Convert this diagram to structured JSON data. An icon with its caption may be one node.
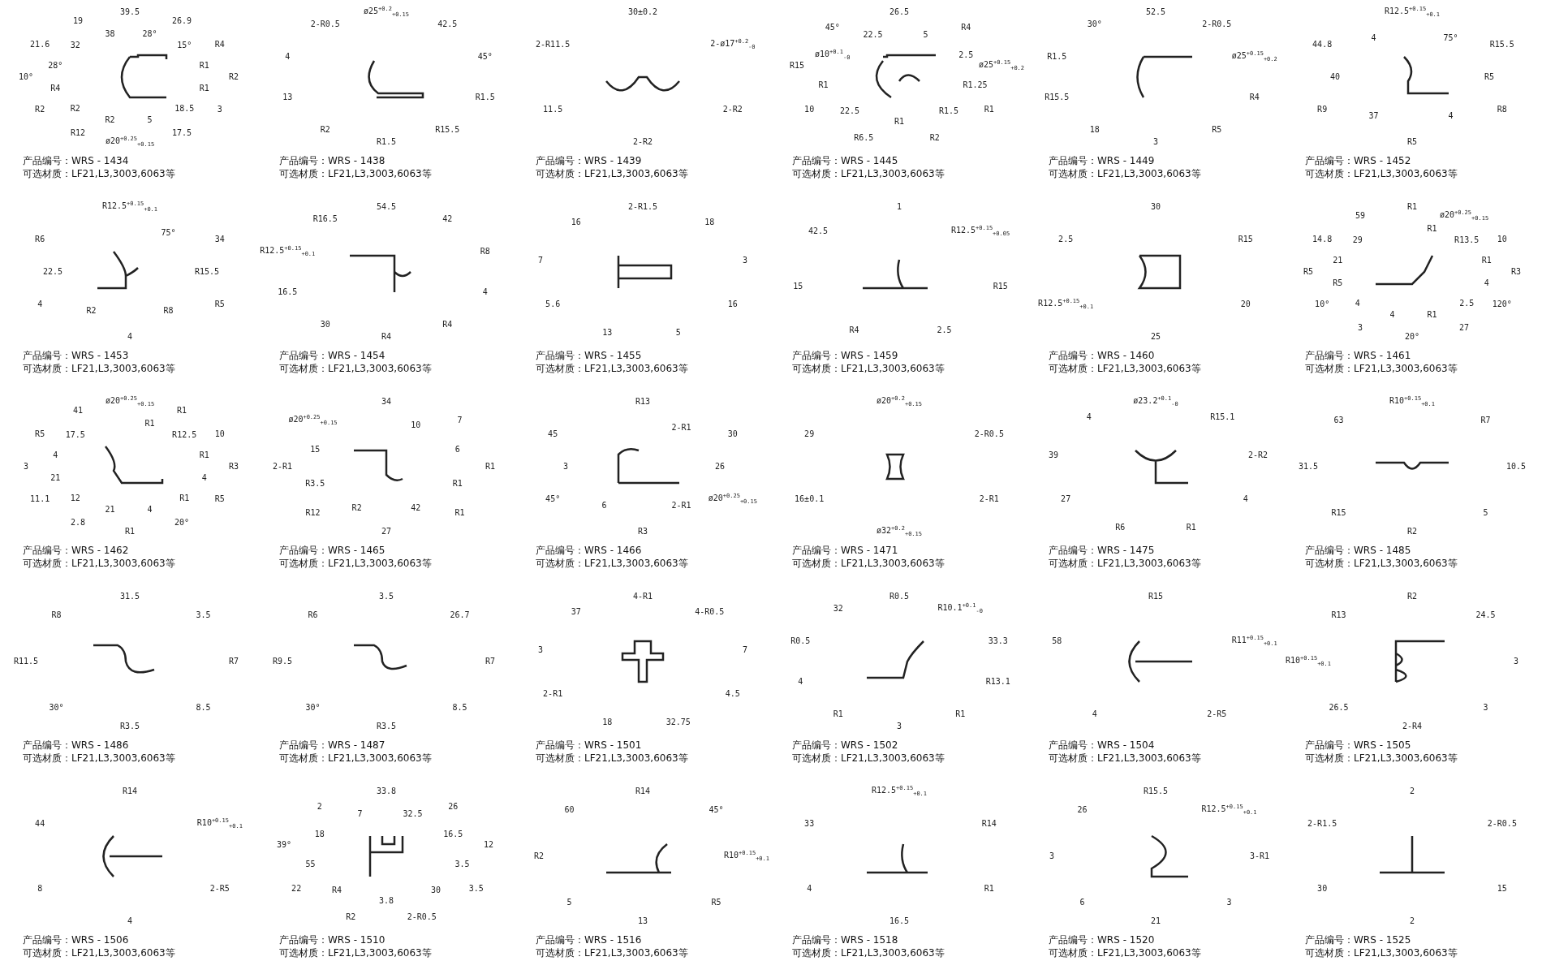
{
  "diagram": {
    "labels": [
      "39.5",
      "28°",
      "26.9",
      "15°",
      "R4",
      "R1",
      "R2",
      "R1",
      "3",
      "18.5",
      "17.5",
      "5",
      "ø20$^{+0.25}$$_{+0.15}$",
      "R2",
      "R12",
      "R2",
      "R2",
      "R4",
      "10°",
      "28°",
      "21.6",
      "32",
      "19",
      "38",
      "产品编号：WRS - 1434",
      "可选材质：LF21,L3,3003,6063等",
      "ø25$^{+0.2}$$_{+0.15}$",
      "42.5",
      "45°",
      "R1.5",
      "R15.5",
      "R1.5",
      "R2",
      "13",
      "4",
      "2-R0.5",
      "产品编号：WRS - 1438",
      "可选材质：LF21,L3,3003,6063等",
      "30±0.2",
      "2-ø17$^{+0.2}$$_{-0}$",
      "2-R2",
      "2-R2",
      "11.5",
      "2-R11.5",
      "产品编号：WRS - 1439",
      "可选材质：LF21,L3,3003,6063等",
      "26.5",
      "5",
      "R4",
      "2.5",
      "ø25$^{+0.15}$$_{+0.2}$",
      "R1.25",
      "R1",
      "R1.5",
      "R2",
      "R1",
      "R6.5",
      "22.5",
      "10",
      "R1",
      "R15",
      "ø10$^{+0.1}$$_{-0}$",
      "45°",
      "22.5",
      "产品编号：WRS - 1445",
      "可选材质：LF21,L3,3003,6063等",
      "52.5",
      "2-R0.5",
      "ø25$^{+0.15}$$_{+0.2}$",
      "R4",
      "R5",
      "3",
      "18",
      "R15.5",
      "R1.5",
      "30°",
      "产品编号：WRS - 1449",
      "可选材质：LF21,L3,3003,6063等",
      "R12.5$^{+0.15}$$_{+0.1}$",
      "75°",
      "R15.5",
      "R5",
      "R8",
      "4",
      "R5",
      "37",
      "R9",
      "40",
      "44.8",
      "4",
      "产品编号：WRS - 1452",
      "可选材质：LF21,L3,3003,6063等",
      "R12.5$^{+0.15}$$_{+0.1}$",
      "75°",
      "34",
      "R15.5",
      "R5",
      "R8",
      "4",
      "R2",
      "4",
      "22.5",
      "R6",
      "产品编号：WRS - 1453",
      "可选材质：LF21,L3,3003,6063等",
      "54.5",
      "42",
      "R8",
      "4",
      "R4",
      "R4",
      "30",
      "16.5",
      "R12.5$^{+0.15}$$_{+0.1}$",
      "R16.5",
      "产品编号：WRS - 1454",
      "可选材质：LF21,L3,3003,6063等",
      "2-R1.5",
      "18",
      "3",
      "16",
      "5",
      "13",
      "5.6",
      "7",
      "16",
      "产品编号：WRS - 1455",
      "可选材质：LF21,L3,3003,6063等",
      "1",
      "R12.5$^{+0.15}$$_{+0.05}$",
      "R15",
      "2.5",
      "R4",
      "15",
      "42.5",
      "产品编号：WRS - 1459",
      "可选材质：LF21,L3,3003,6063等",
      "30",
      "R15",
      "20",
      "25",
      "R12.5$^{+0.15}$$_{+0.1}$",
      "2.5",
      "产品编号：WRS - 1460",
      "可选材质：LF21,L3,3003,6063等",
      "R1",
      "R1",
      "ø20$^{+0.25}$$_{+0.15}$",
      "R13.5",
      "10",
      "R1",
      "R3",
      "4",
      "120°",
      "2.5",
      "27",
      "R1",
      "20°",
      "4",
      "3",
      "4",
      "10°",
      "R5",
      "R5",
      "21",
      "14.8",
      "29",
      "59",
      "产品编号：WRS - 1461",
      "可选材质：LF21,L3,3003,6063等",
      "ø20$^{+0.25}$$_{+0.15}$",
      "R1",
      "R1",
      "R12.5",
      "10",
      "R1",
      "R3",
      "4",
      "R5",
      "R1",
      "20°",
      "4",
      "R1",
      "21",
      "2.8",
      "12",
      "11.1",
      "21",
      "3",
      "4",
      "R5",
      "17.5",
      "41",
      "产品编号：WRS - 1462",
      "可选材质：LF21,L3,3003,6063等",
      "34",
      "10",
      "7",
      "6",
      "R1",
      "R1",
      "R1",
      "42",
      "27",
      "R2",
      "R12",
      "R3.5",
      "2-R1",
      "15",
      "ø20$^{+0.25}$$_{+0.15}$",
      "产品编号：WRS - 1465",
      "可选材质：LF21,L3,3003,6063等",
      "R13",
      "2-R1",
      "30",
      "26",
      "ø20$^{+0.25}$$_{+0.15}$",
      "2-R1",
      "R3",
      "6",
      "45°",
      "3",
      "45",
      "产品编号：WRS - 1466",
      "可选材质：LF21,L3,3003,6063等",
      "ø20$^{+0.2}$$_{+0.15}$",
      "2-R0.5",
      "2-R1",
      "ø32$^{+0.2}$$_{+0.15}$",
      "16±0.1",
      "29",
      "产品编号：WRS - 1471",
      "可选材质：LF21,L3,3003,6063等",
      "ø23.2$^{+0.1}$$_{-0}$",
      "R15.1",
      "2-R2",
      "4",
      "R1",
      "R6",
      "27",
      "39",
      "4",
      "产品编号：WRS - 1475",
      "可选材质：LF21,L3,3003,6063等",
      "R10$^{+0.15}$$_{+0.1}$",
      "R7",
      "10.5",
      "5",
      "R2",
      "R15",
      "31.5",
      "63",
      "产品编号：WRS - 1485",
      "可选材质：LF21,L3,3003,6063等",
      "31.5",
      "3.5",
      "R7",
      "8.5",
      "R3.5",
      "30°",
      "R11.5",
      "R8",
      "产品编号：WRS - 1486",
      "可选材质：LF21,L3,3003,6063等",
      "3.5",
      "26.7",
      "R7",
      "8.5",
      "R3.5",
      "30°",
      "R9.5",
      "R6",
      "产品编号：WRS - 1487",
      "可选材质：LF21,L3,3003,6063等",
      "4-R1",
      "4-R0.5",
      "7",
      "4.5",
      "32.75",
      "18",
      "2-R1",
      "3",
      "37",
      "产品编号：WRS - 1501",
      "可选材质：LF21,L3,3003,6063等",
      "R0.5",
      "R10.1$^{+0.1}$$_{-0}$",
      "33.3",
      "R13.1",
      "R1",
      "3",
      "R1",
      "4",
      "R0.5",
      "32",
      "产品编号：WRS - 1502",
      "可选材质：LF21,L3,3003,6063等",
      "R15",
      "R11$^{+0.15}$$_{+0.1}$",
      "2-R5",
      "4",
      "58",
      "产品编号：WRS - 1504",
      "可选材质：LF21,L3,3003,6063等",
      "R2",
      "24.5",
      "3",
      "3",
      "2-R4",
      "26.5",
      "R10$^{+0.15}$$_{+0.1}$",
      "R13",
      "产品编号：WRS - 1505",
      "可选材质：LF21,L3,3003,6063等",
      "R14",
      "R10$^{+0.15}$$_{+0.1}$",
      "2-R5",
      "4",
      "8",
      "44",
      "产品编号：WRS - 1506",
      "可选材质：LF21,L3,3003,6063等",
      "33.8",
      "32.5",
      "26",
      "16.5",
      "12",
      "3.5",
      "3.5",
      "30",
      "2-R0.5",
      "3.8",
      "R2",
      "R4",
      "22",
      "55",
      "39°",
      "18",
      "2",
      "7",
      "产品编号：WRS - 1510",
      "可选材质：LF21,L3,3003,6063等",
      "R14",
      "45°",
      "R10$^{+0.15}$$_{+0.1}$",
      "R5",
      "13",
      "5",
      "R2",
      "60",
      "产品编号：WRS - 1516",
      "可选材质：LF21,L3,3003,6063等",
      "R12.5$^{+0.15}$$_{+0.1}$",
      "R14",
      "R1",
      "16.5",
      "4",
      "33",
      "产品编号：WRS - 1518",
      "可选材质：LF21,L3,3003,6063等",
      "R15.5",
      "R12.5$^{+0.15}$$_{+0.1}$",
      "3-R1",
      "3",
      "21",
      "6",
      "3",
      "26",
      "产品编号：WRS - 1520",
      "可选材质：LF21,L3,3003,6063等",
      "2",
      "2-R0.5",
      "15",
      "2",
      "30",
      "2-R1.5",
      "产品编号：WRS - 1525",
      "可选材质：LF21,L3,3003,6063等"
    ]
  }
}
